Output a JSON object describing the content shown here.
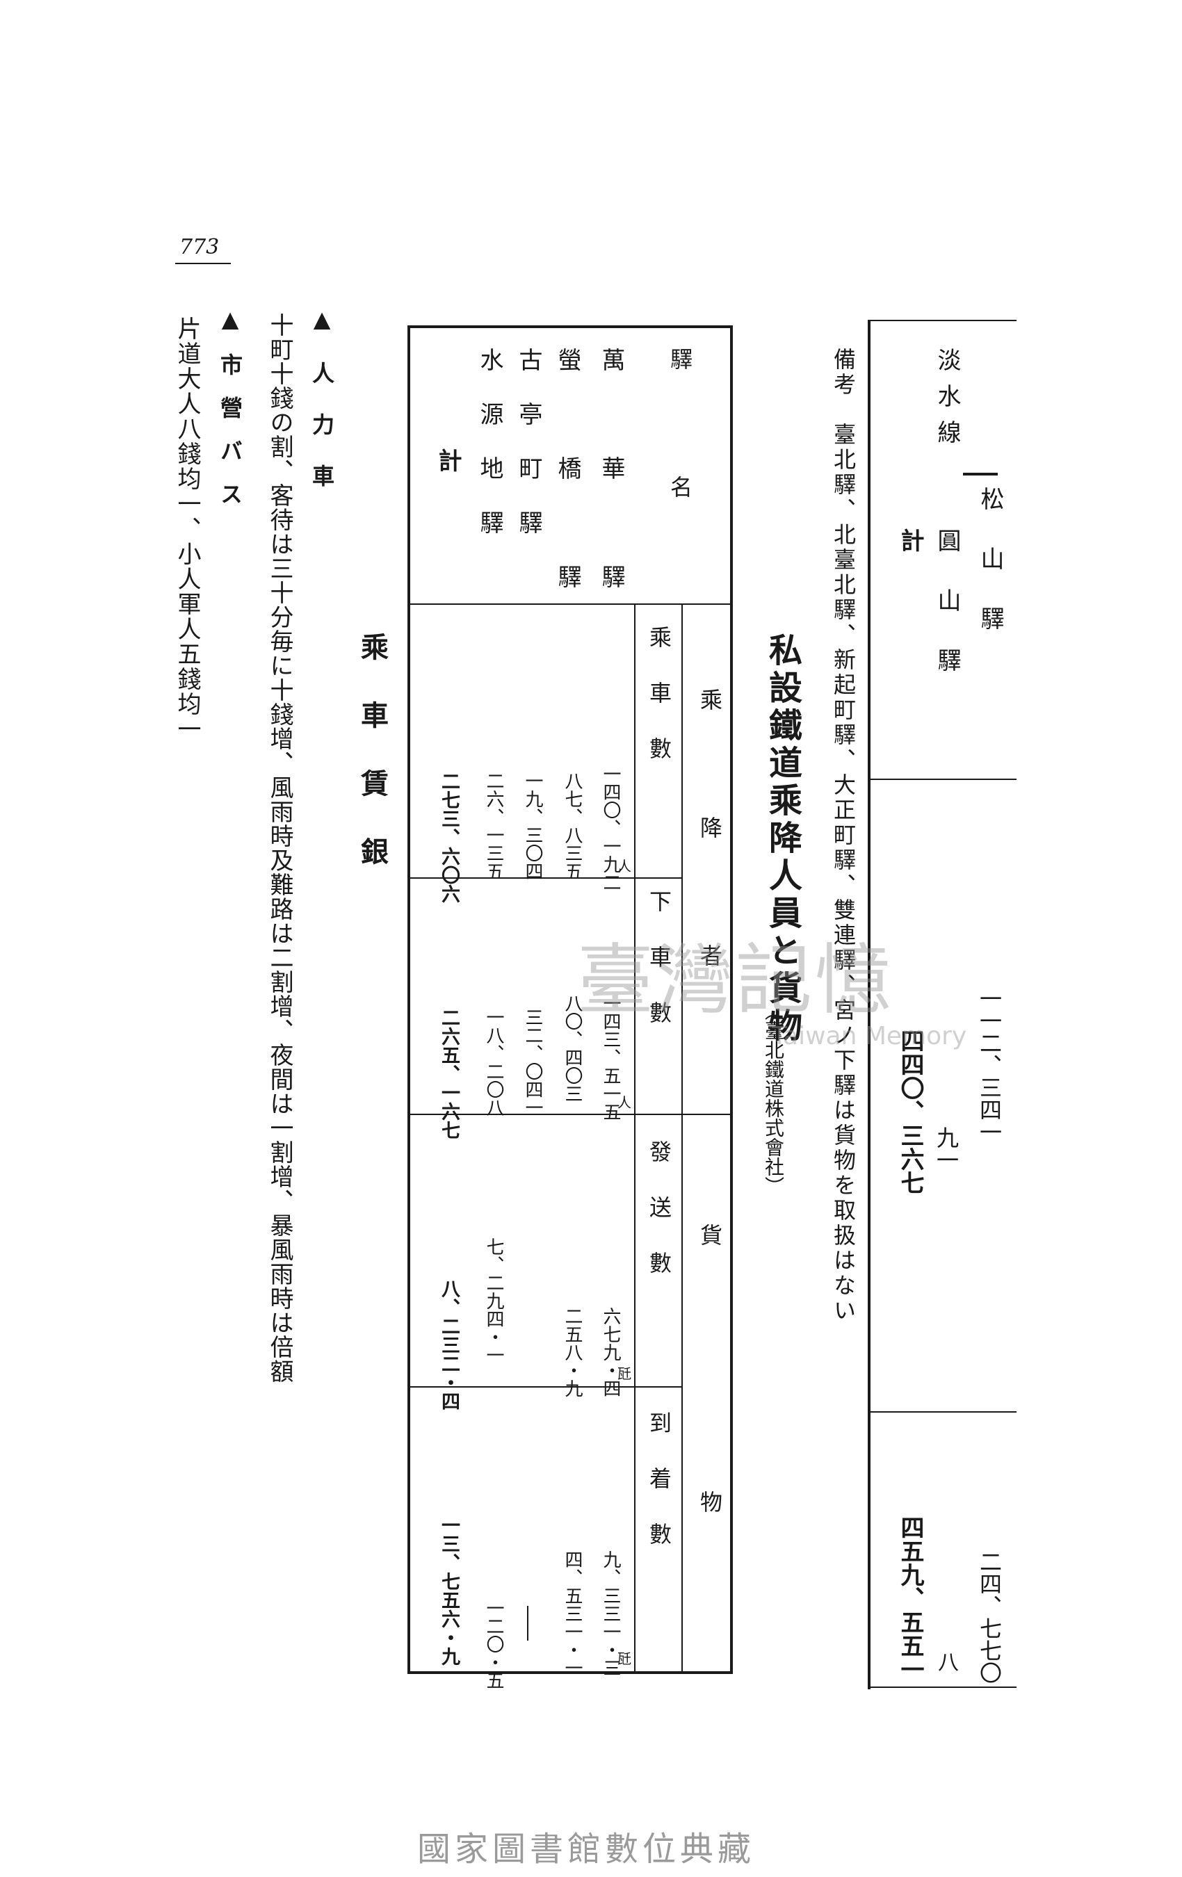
{
  "page_number": "773",
  "top_table": {
    "rows": [
      {
        "line": "淡水線",
        "station": "松山驛",
        "passengers": "一一二、三四一",
        "freight": "二四、七七〇"
      },
      {
        "line": "",
        "station": "圓山驛",
        "passengers": "九一",
        "freight": "八"
      },
      {
        "line": "",
        "station": "計",
        "passengers": "四四〇、三六七",
        "freight": "四五九、五五一"
      }
    ]
  },
  "remark": "備考　臺北驛、北臺北驛、新起町驛、大正町驛、雙連驛、宮ノ下驛は貨物を取扱はない",
  "section_title": "私設鐵道乘降人員と貨物",
  "section_sub": "（臺北鐵道株式會社）",
  "main_table": {
    "station_header": "驛　名",
    "passengers_header": "乘　降　者",
    "freight_header": "貨　物",
    "col_headers": [
      "乘車數",
      "下車數",
      "發送數",
      "到着數"
    ],
    "unit_person": "人",
    "unit_ton": "瓩",
    "rows": [
      {
        "station": "萬　華　驛",
        "board": "一四〇、一九二",
        "alight": "一四三、五一五",
        "sent": "六七九・四",
        "arrived": "九、三三一・三"
      },
      {
        "station": "螢　橋　驛",
        "board": "八七、八三五",
        "alight": "八〇、四〇三",
        "sent": "二五八・九",
        "arrived": "四、五三一・一"
      },
      {
        "station": "古亭町驛",
        "board": "一九、三〇四",
        "alight": "三二、〇四一",
        "sent": "",
        "arrived": ""
      },
      {
        "station": "水源地驛",
        "board": "二六、一三五",
        "alight": "一八、二〇八",
        "sent": "七、二九四・一",
        "arrived": "一二〇・五"
      },
      {
        "station": "計",
        "board": "二七三、六〇六",
        "alight": "二六五、一六七",
        "sent": "八、二三二・四",
        "arrived": "一三、七五六・九"
      }
    ]
  },
  "fare_title": "乘車賃銀",
  "rickshaw": {
    "heading": "▲人力車",
    "text": "十町十錢の割、客待は三十分毎に十錢增、風雨時及難路は二割增、夜間は一割增、暴風雨時は倍額"
  },
  "bus": {
    "heading": "▲市營バス",
    "text": "片道大人八錢均一、小人軍人五錢均一"
  },
  "watermark": {
    "logo_text": "臺灣記憶",
    "logo_sub": "Taiwan Memory",
    "footer": "國家圖書館數位典藏"
  }
}
